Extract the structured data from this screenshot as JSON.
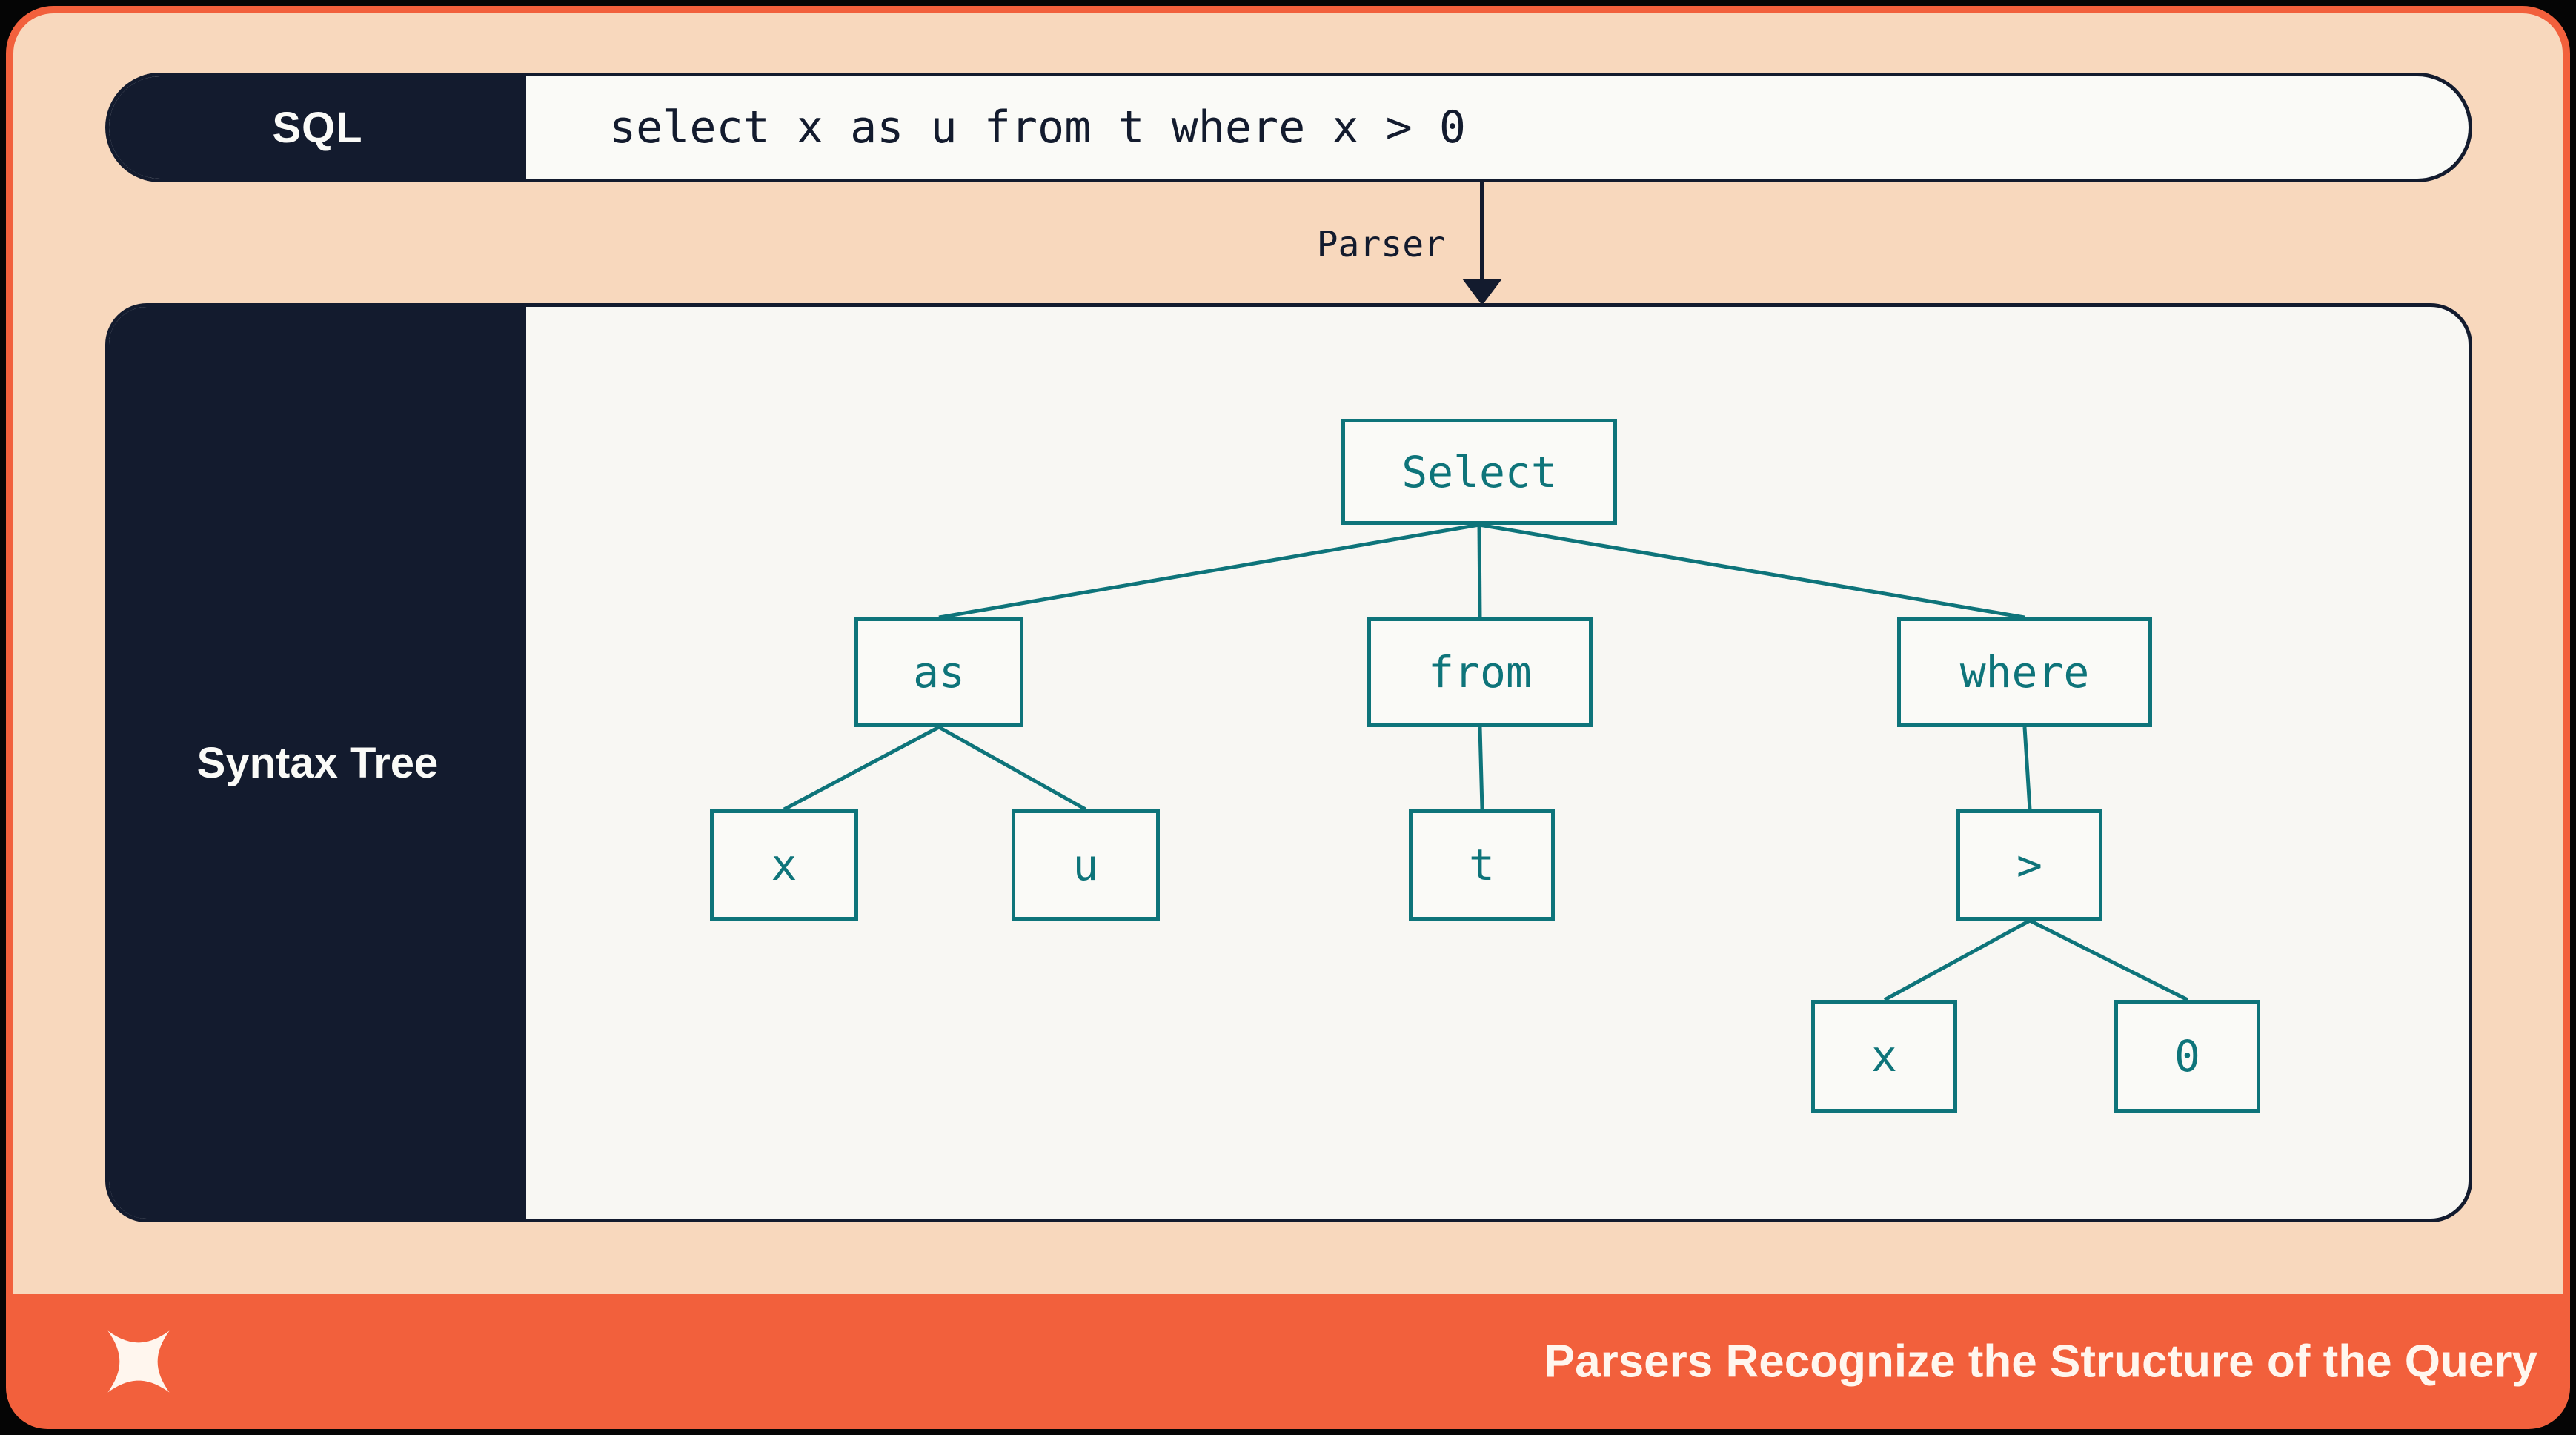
{
  "sql_bar": {
    "label": "SQL",
    "query": "select x as u from t where x > 0"
  },
  "parser": {
    "label": "Parser"
  },
  "syntax_tree": {
    "label": "Syntax Tree",
    "nodes": [
      {
        "id": "select",
        "label": "Select"
      },
      {
        "id": "as",
        "label": "as"
      },
      {
        "id": "from",
        "label": "from"
      },
      {
        "id": "where",
        "label": "where"
      },
      {
        "id": "x-left",
        "label": "x"
      },
      {
        "id": "u",
        "label": "u"
      },
      {
        "id": "t",
        "label": "t"
      },
      {
        "id": "gt",
        "label": ">"
      },
      {
        "id": "x-right",
        "label": "x"
      },
      {
        "id": "zero",
        "label": "0"
      }
    ],
    "edges": [
      [
        "Select",
        "as"
      ],
      [
        "Select",
        "from"
      ],
      [
        "Select",
        "where"
      ],
      [
        "as",
        "x"
      ],
      [
        "as",
        "u"
      ],
      [
        "from",
        "t"
      ],
      [
        "where",
        ">"
      ],
      [
        ">",
        "x"
      ],
      [
        ">",
        "0"
      ]
    ]
  },
  "footer": {
    "caption": "Parsers Recognize the Structure of the Query",
    "logo_icon": "spark-x-logo"
  },
  "colors": {
    "accent_orange": "#F2603C",
    "dark_navy": "#131B2E",
    "teal": "#0E747A",
    "peach_background": "#F8D8BD",
    "off_white": "#FAFAF7"
  }
}
